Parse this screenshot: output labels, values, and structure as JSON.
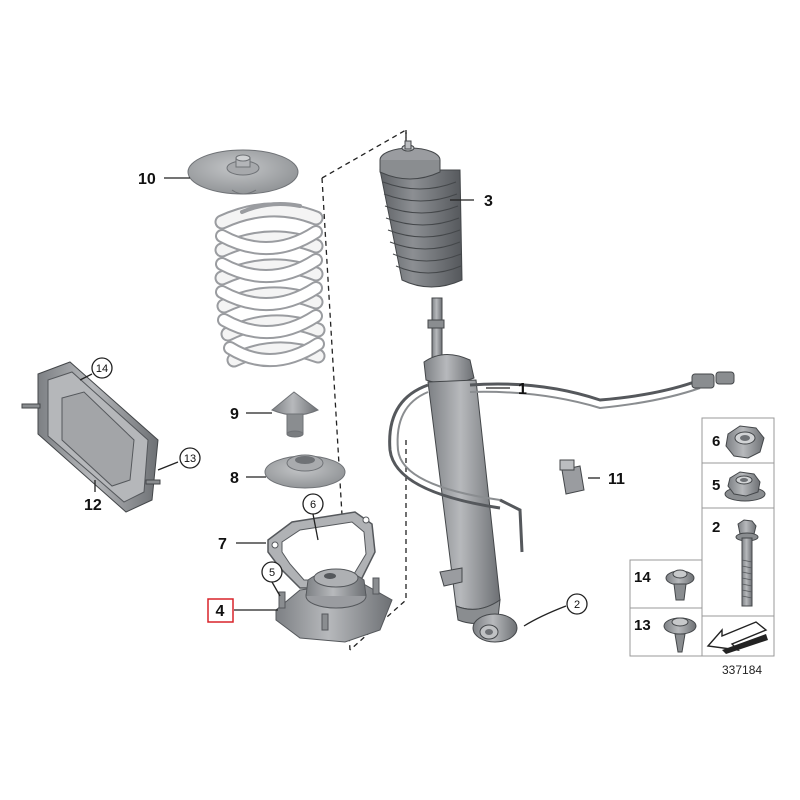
{
  "callouts": {
    "c1": "1",
    "c2": "2",
    "c3": "3",
    "c4": "4",
    "c5": "5",
    "c6": "6",
    "c7": "7",
    "c8": "8",
    "c9": "9",
    "c10": "10",
    "c11": "11",
    "c12": "12",
    "c13": "13",
    "c14": "14"
  },
  "sidebar": {
    "items": [
      {
        "label": "6",
        "part": "hex-nut"
      },
      {
        "label": "5",
        "part": "flange-nut"
      },
      {
        "label": "2",
        "part": "hex-bolt"
      },
      {
        "label": "14",
        "part": "expanding-rivet"
      },
      {
        "label": "13",
        "part": "push-rivet"
      }
    ],
    "arrow_icon": "arrow-icon"
  },
  "reference_number": "337184",
  "colors": {
    "part_fill": "#9a9ca0",
    "part_dark": "#6f7276",
    "highlight_box": "#d9232a",
    "spring": "#f2f2f2"
  }
}
